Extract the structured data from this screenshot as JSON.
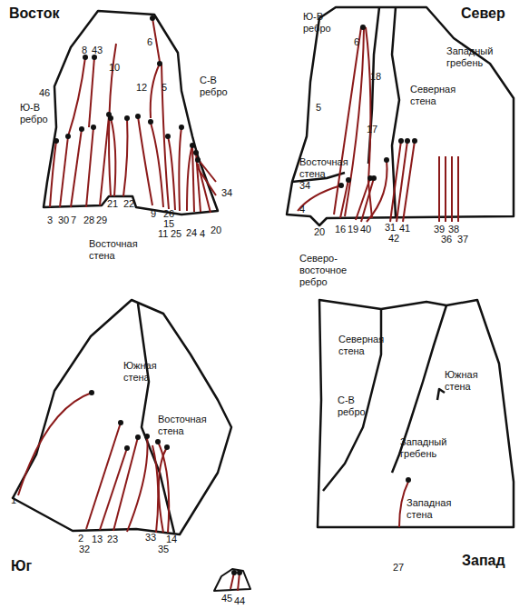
{
  "diagram": {
    "labels": [
      "Восток",
      "8",
      "43",
      "46",
      "10",
      "6",
      "12",
      "5",
      "Ю-В ребро",
      "С-В ребро",
      "34",
      "3",
      "30",
      "7",
      "28",
      "29",
      "21",
      "22",
      "9",
      "26",
      "15",
      "11",
      "25",
      "24",
      "4",
      "20",
      "Восточная стена",
      "Север",
      "Ю-В ребро",
      "Западный гребень",
      "6",
      "18",
      "5",
      "17",
      "Северная стена",
      "Восточная стена",
      "34",
      "4",
      "20",
      "16",
      "19",
      "40",
      "31",
      "41",
      "42",
      "39",
      "38",
      "36",
      "37",
      "Северо-восточное ребро",
      "Южная стена",
      "Восточная стена",
      "1",
      "2",
      "13",
      "23",
      "33",
      "14",
      "32",
      "35",
      "Юг",
      "45",
      "44",
      "Северная стена",
      "Южная стена",
      "С-В ребро",
      "Западный гребень",
      "Западная стена",
      "27",
      "Запад"
    ]
  }
}
